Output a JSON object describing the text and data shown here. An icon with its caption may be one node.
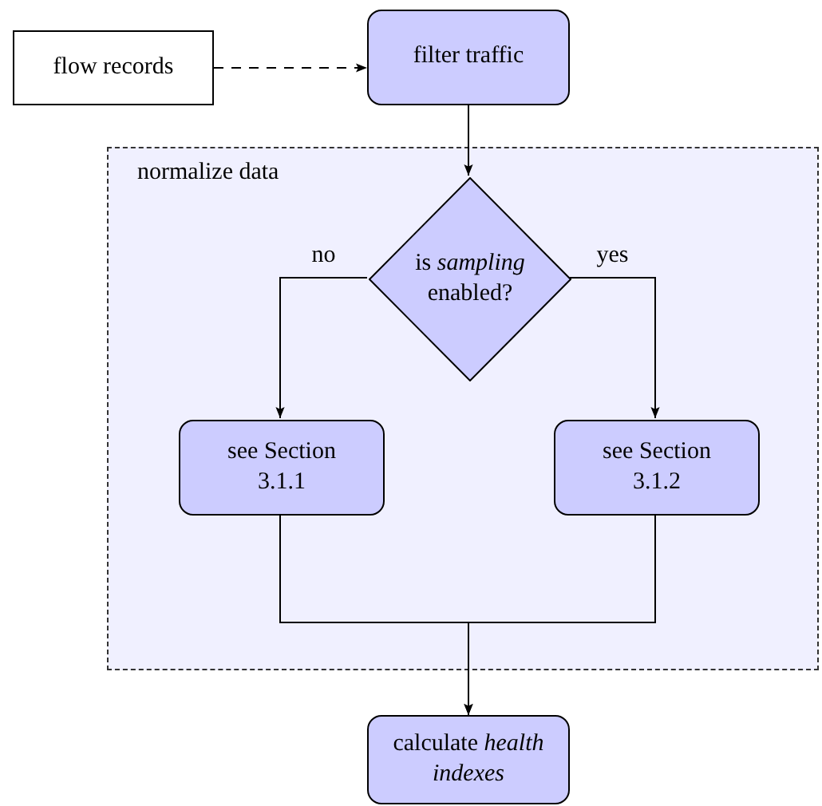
{
  "diagram": {
    "nodes": [
      {
        "text": [
          "flow records"
        ]
      },
      {
        "text": [
          "filter traffic"
        ]
      },
      {
        "text": [
          "normalize data"
        ]
      },
      {
        "text": [
          "is *sampling* enabled?"
        ],
        "in": 2
      },
      {
        "text": [
          "see Section 3.1.1"
        ],
        "in": 2
      },
      {
        "text": [
          "see Section 3.1.2"
        ],
        "in": 2
      },
      {
        "text": [
          "calculate *health indexes*"
        ]
      }
    ],
    "edges": [
      {
        "from": 0,
        "to": 1,
        "arrow": "to",
        "style": "dashed"
      },
      {
        "from": 1,
        "to": 3,
        "arrow": "to"
      },
      {
        "from": 3,
        "to": 4,
        "arrow": "to",
        "label": "no"
      },
      {
        "from": 3,
        "to": 5,
        "arrow": "to",
        "label": "yes"
      },
      {
        "from": 4,
        "to": 6,
        "arrow": "to"
      },
      {
        "from": 5,
        "to": 6,
        "arrow": "to"
      }
    ]
  }
}
